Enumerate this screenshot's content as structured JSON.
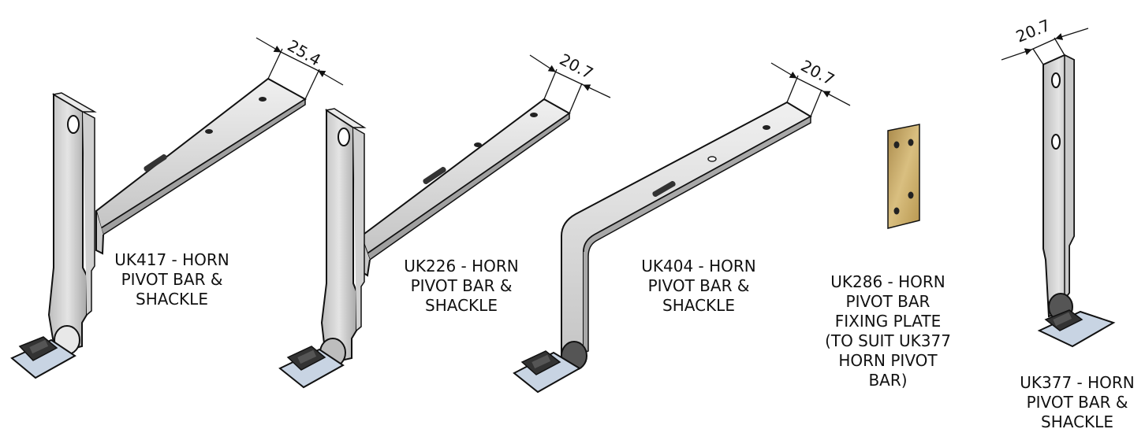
{
  "colors": {
    "steel_light": "#d9d9d9",
    "steel_mid": "#b5b5b5",
    "steel_dark": "#8a8a8a",
    "outline": "#111111",
    "brass": "#c6a866",
    "brass_dark": "#a9894a",
    "cushion": "#e8e8e8",
    "clip_blue": "#c8d4e3"
  },
  "parts": [
    {
      "code": "UK417",
      "lines": [
        "UK417 - HORN",
        "PIVOT BAR &",
        "SHACKLE"
      ],
      "dimension": "25.4"
    },
    {
      "code": "UK226",
      "lines": [
        "UK226 - HORN",
        "PIVOT BAR &",
        "SHACKLE"
      ],
      "dimension": "20.7"
    },
    {
      "code": "UK404",
      "lines": [
        "UK404 - HORN",
        "PIVOT BAR &",
        "SHACKLE"
      ],
      "dimension": "20.7"
    },
    {
      "code": "UK286",
      "lines": [
        "UK286 - HORN",
        "PIVOT BAR",
        "FIXING PLATE",
        "(TO SUIT UK377",
        "HORN PIVOT",
        "BAR)"
      ],
      "dimension": ""
    },
    {
      "code": "UK377",
      "lines": [
        "UK377 - HORN",
        "PIVOT BAR &",
        "SHACKLE"
      ],
      "dimension": "20.7"
    }
  ]
}
